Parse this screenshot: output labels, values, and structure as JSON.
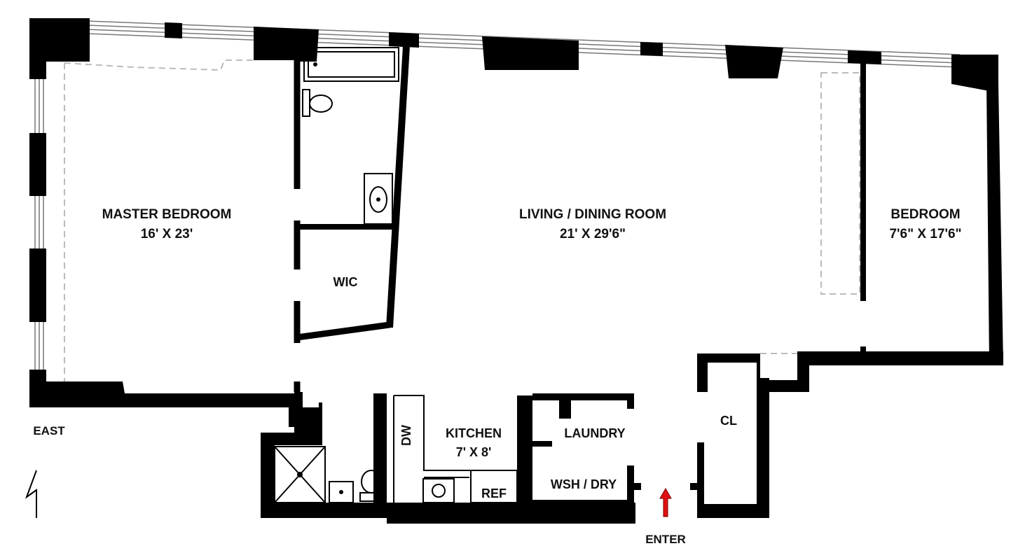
{
  "rooms": {
    "master_bedroom": {
      "name": "MASTER BEDROOM",
      "size": "16' X 23'"
    },
    "living_dining": {
      "name": "LIVING / DINING ROOM",
      "size": "21' X 29'6\""
    },
    "bedroom": {
      "name": "BEDROOM",
      "size": "7'6\" X 17'6\""
    },
    "kitchen": {
      "name": "KITCHEN",
      "size": "7' X 8'"
    },
    "wic": {
      "name": "WIC"
    },
    "laundry": {
      "name": "LAUNDRY"
    },
    "wsh_dry": {
      "name": "WSH / DRY"
    },
    "closet": {
      "name": "CL"
    }
  },
  "fixtures": {
    "dishwasher": "DW",
    "refrigerator": "REF"
  },
  "labels": {
    "orientation": "EAST",
    "entrance": "ENTER"
  },
  "colors": {
    "wall": "#000000",
    "window_line": "#777777",
    "dashed": "#bbbbbb",
    "arrow": "#e01010"
  }
}
